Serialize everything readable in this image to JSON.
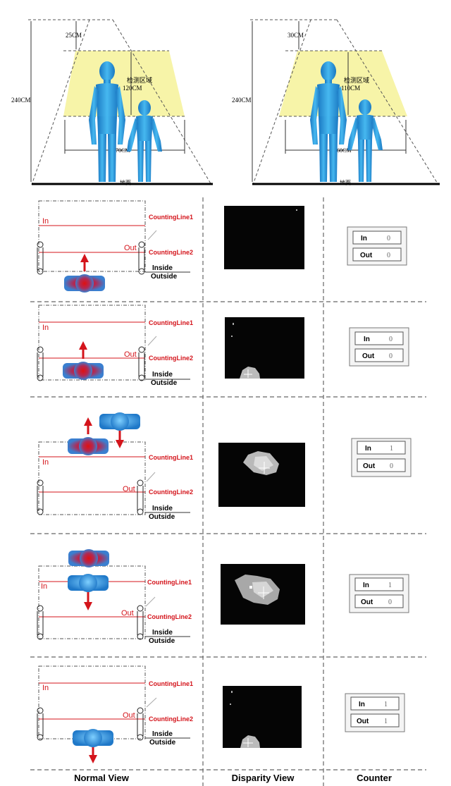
{
  "top_diagrams": [
    {
      "height_total": "240CM",
      "top_gap": "25CM",
      "zone_label": "检测区域",
      "zone_height": "120CM",
      "width": "170CM",
      "ground": "地面"
    },
    {
      "height_total": "240CM",
      "top_gap": "30CM",
      "zone_label": "检测区域",
      "zone_height": "110CM",
      "width": "160CM",
      "ground": "地面"
    }
  ],
  "labels": {
    "counting_line1": "CountingLine1",
    "counting_line2": "CountingLine2",
    "in": "In",
    "out": "Out",
    "inside": "Inside",
    "outside": "Outside"
  },
  "counter_labels": {
    "in": "In",
    "out": "Out"
  },
  "rows": [
    {
      "in_count": "0",
      "out_count": "0"
    },
    {
      "in_count": "0",
      "out_count": "0"
    },
    {
      "in_count": "1",
      "out_count": "0"
    },
    {
      "in_count": "1",
      "out_count": "0"
    },
    {
      "in_count": "1",
      "out_count": "1"
    }
  ],
  "columns": {
    "normal": "Normal View",
    "disparity": "Disparity View",
    "counter": "Counter"
  },
  "colors": {
    "zone": "#f7f4a8",
    "figure": "#2a9ad8",
    "red": "#d4141b",
    "blob_blue": "#3e8fd4"
  }
}
